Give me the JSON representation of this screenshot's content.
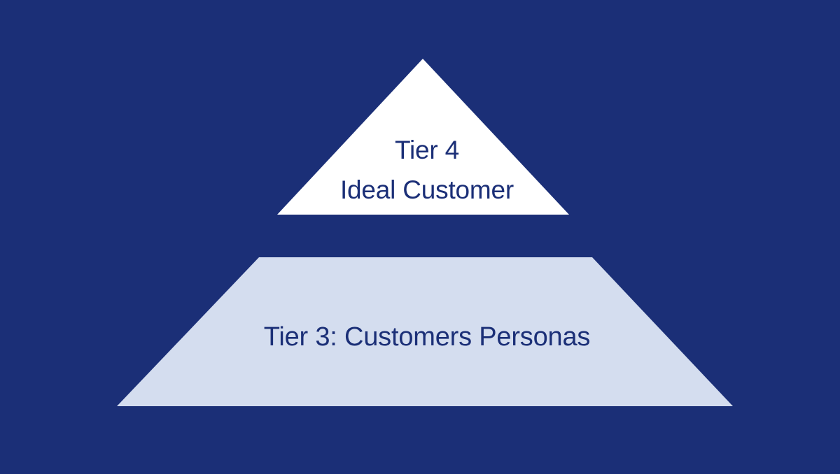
{
  "colors": {
    "background": "#1b2f77",
    "tier4_fill": "#ffffff",
    "tier3_fill": "#d4ddef",
    "text": "#1b2f77"
  },
  "pyramid": {
    "tier4": {
      "line1": "Tier 4",
      "line2": "Ideal Customer"
    },
    "tier3": {
      "label": "Tier 3: Customers Personas"
    }
  }
}
